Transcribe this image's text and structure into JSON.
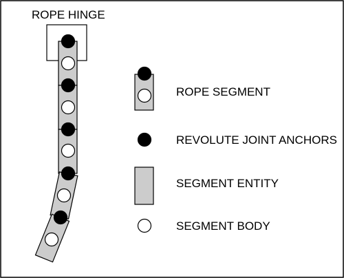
{
  "title": "ROPE HINGE",
  "legend": [
    {
      "key": "rope-segment",
      "label": "ROPE SEGMENT"
    },
    {
      "key": "revolute-joint-anchors",
      "label": "REVOLUTE JOINT ANCHORS"
    },
    {
      "key": "segment-entity",
      "label": "SEGMENT ENTITY"
    },
    {
      "key": "segment-body",
      "label": "SEGMENT BODY"
    }
  ],
  "colors": {
    "segment_fill": "#cccccc",
    "anchor_fill": "#000000",
    "body_fill": "#ffffff",
    "stroke": "#000000",
    "background": "#ffffff"
  }
}
